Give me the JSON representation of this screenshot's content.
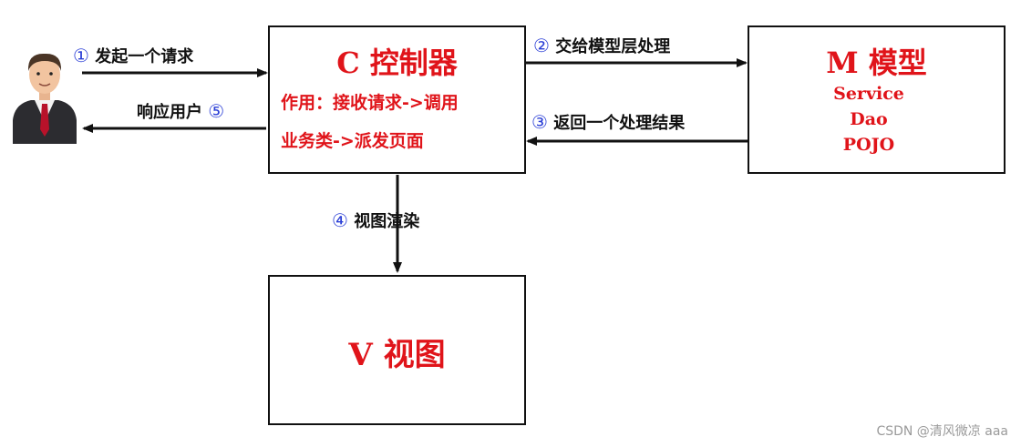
{
  "controller": {
    "title": "C 控制器",
    "desc_line1": "作用：接收请求->调用",
    "desc_line2": "业务类->派发页面"
  },
  "model": {
    "title": "M 模型",
    "items": [
      "Service",
      "Dao",
      "POJO"
    ]
  },
  "view": {
    "title": "V 视图"
  },
  "arrows": {
    "a1": {
      "num": "①",
      "text": "发起一个请求"
    },
    "a2": {
      "num": "②",
      "text": "交给模型层处理"
    },
    "a3": {
      "num": "③",
      "text": "返回一个处理结果"
    },
    "a4": {
      "num": "④",
      "text": "视图渲染"
    },
    "a5": {
      "num": "⑤",
      "text": "响应用户"
    }
  },
  "watermark": "CSDN @清风微凉 aaa",
  "colors": {
    "accent_red": "#e0141a",
    "step_blue": "#2b3fd6"
  }
}
